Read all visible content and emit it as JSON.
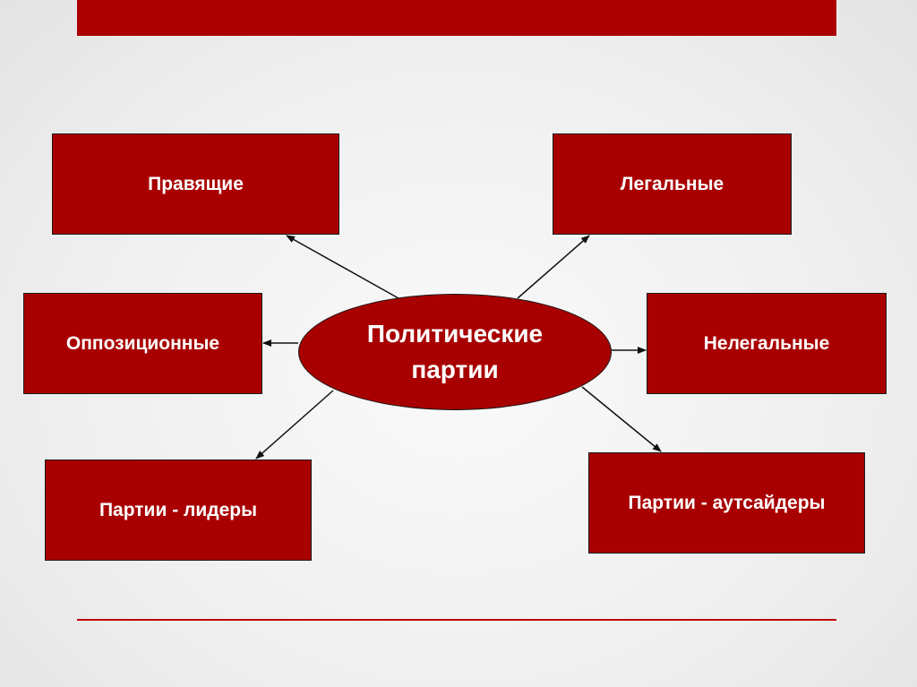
{
  "diagram": {
    "center": {
      "line1": "Политические",
      "line2": "партии"
    },
    "nodes": {
      "ruling": "Правящие",
      "legal": "Легальные",
      "opposition": "Оппозиционные",
      "illegal": "Нелегальные",
      "leaders": "Партии - лидеры",
      "outsiders": "Партии - аутсайдеры"
    }
  },
  "colors": {
    "accent": "#a80000",
    "top_bar": "#ab0000",
    "arrow": "#111111"
  }
}
